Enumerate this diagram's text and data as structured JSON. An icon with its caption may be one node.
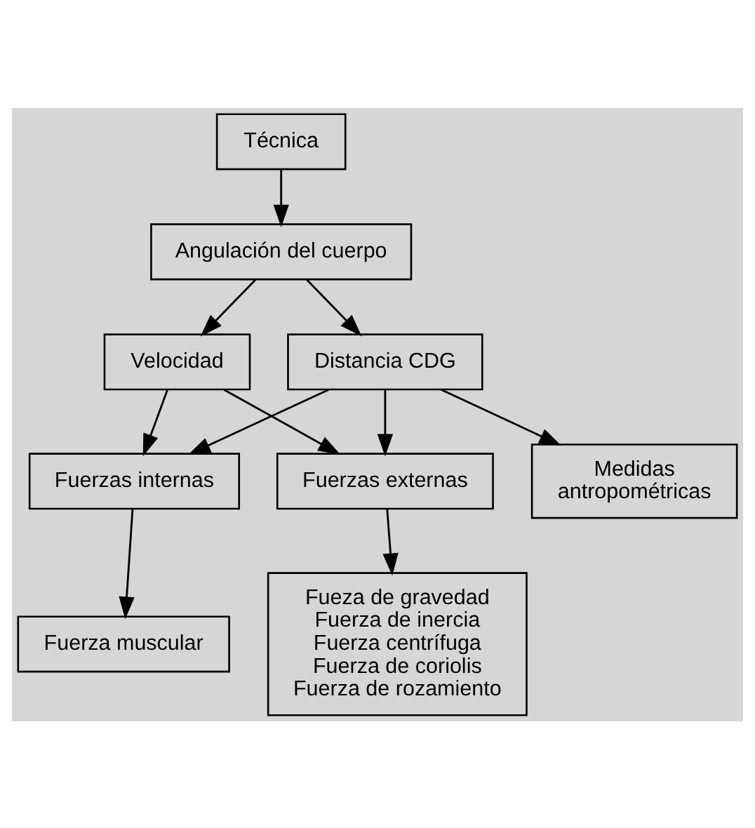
{
  "diagram": {
    "nodes": [
      {
        "text": [
          "Técnica"
        ]
      },
      {
        "text": [
          "Angulación del cuerpo"
        ]
      },
      {
        "text": [
          "Velocidad"
        ]
      },
      {
        "text": [
          "Distancia CDG"
        ]
      },
      {
        "text": [
          "Fuerzas externas"
        ]
      },
      {
        "text": [
          "Fuerzas internas"
        ]
      },
      {
        "text": [
          "Medidas antropométricas"
        ]
      },
      {
        "text": [
          "Fueza de gravedad",
          "Fuerza de inercia",
          "Fuerza centrífuga",
          "Fuerza de coriolis",
          "Fuerza de rozamiento"
        ]
      },
      {
        "text": [
          "Fuerza muscular"
        ]
      }
    ],
    "edges": [
      {
        "from": 0,
        "to": 1,
        "arrow": "to"
      },
      {
        "from": 1,
        "to": 2,
        "arrow": "to"
      },
      {
        "from": 1,
        "to": 3,
        "arrow": "to"
      },
      {
        "from": 2,
        "to": 4,
        "arrow": "to"
      },
      {
        "from": 2,
        "to": 5,
        "arrow": "to"
      },
      {
        "from": 3,
        "to": 4,
        "arrow": "to"
      },
      {
        "from": 3,
        "to": 5,
        "arrow": "to"
      },
      {
        "from": 3,
        "to": 6,
        "arrow": "to"
      },
      {
        "from": 4,
        "to": 7,
        "arrow": "to"
      },
      {
        "from": 5,
        "to": 8,
        "arrow": "to"
      }
    ]
  }
}
